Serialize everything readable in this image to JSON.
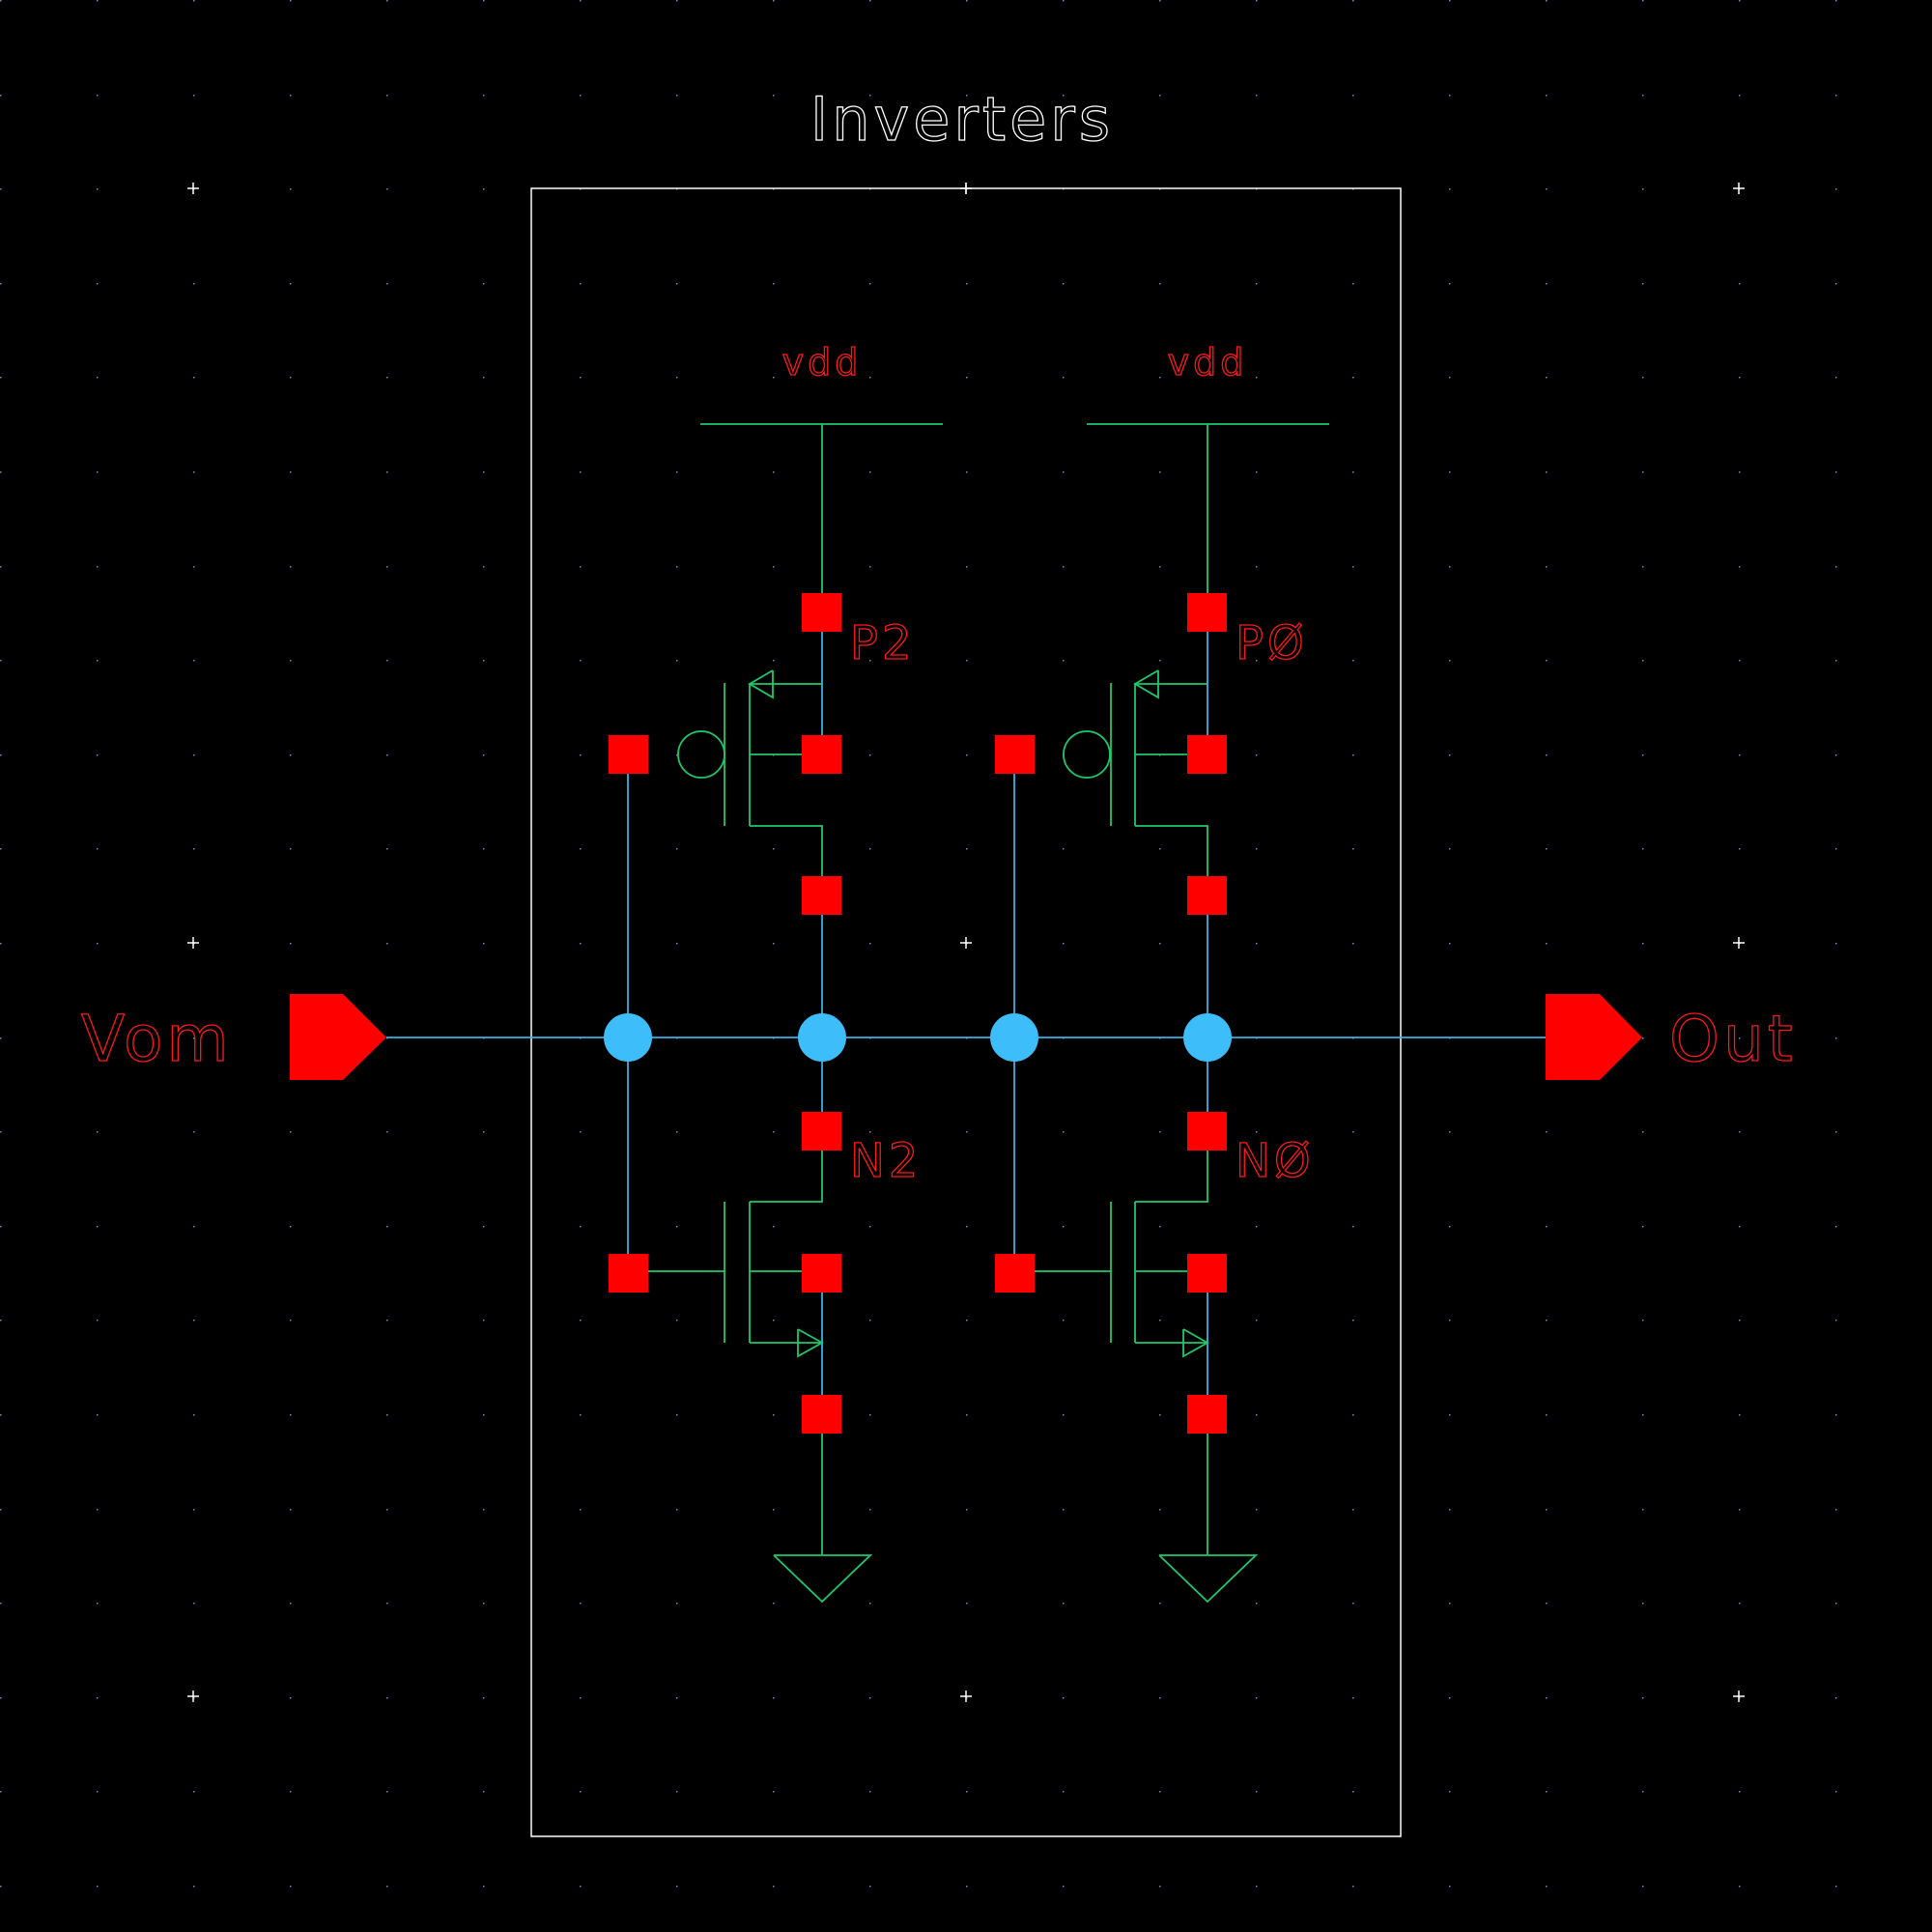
{
  "schematic": {
    "title": "Inverters",
    "colors": {
      "background": "#000000",
      "frame": "#ffffff",
      "wire_green": "#1fc76a",
      "wire_blue": "#3ab0e8",
      "pin_red": "#ff0000",
      "node_cyan": "#3dbdfa",
      "grid": "#8080c0"
    },
    "supply_labels": [
      "vdd",
      "vdd"
    ],
    "transistors": [
      {
        "name": "P2",
        "type": "pmos"
      },
      {
        "name": "PØ",
        "type": "pmos"
      },
      {
        "name": "N2",
        "type": "nmos"
      },
      {
        "name": "NØ",
        "type": "nmos"
      }
    ],
    "ports": {
      "input": {
        "name": "Vom",
        "icon": "input-pin-icon"
      },
      "output": {
        "name": "Out",
        "icon": "output-pin-icon"
      }
    },
    "ground_icon": "ground-icon"
  }
}
